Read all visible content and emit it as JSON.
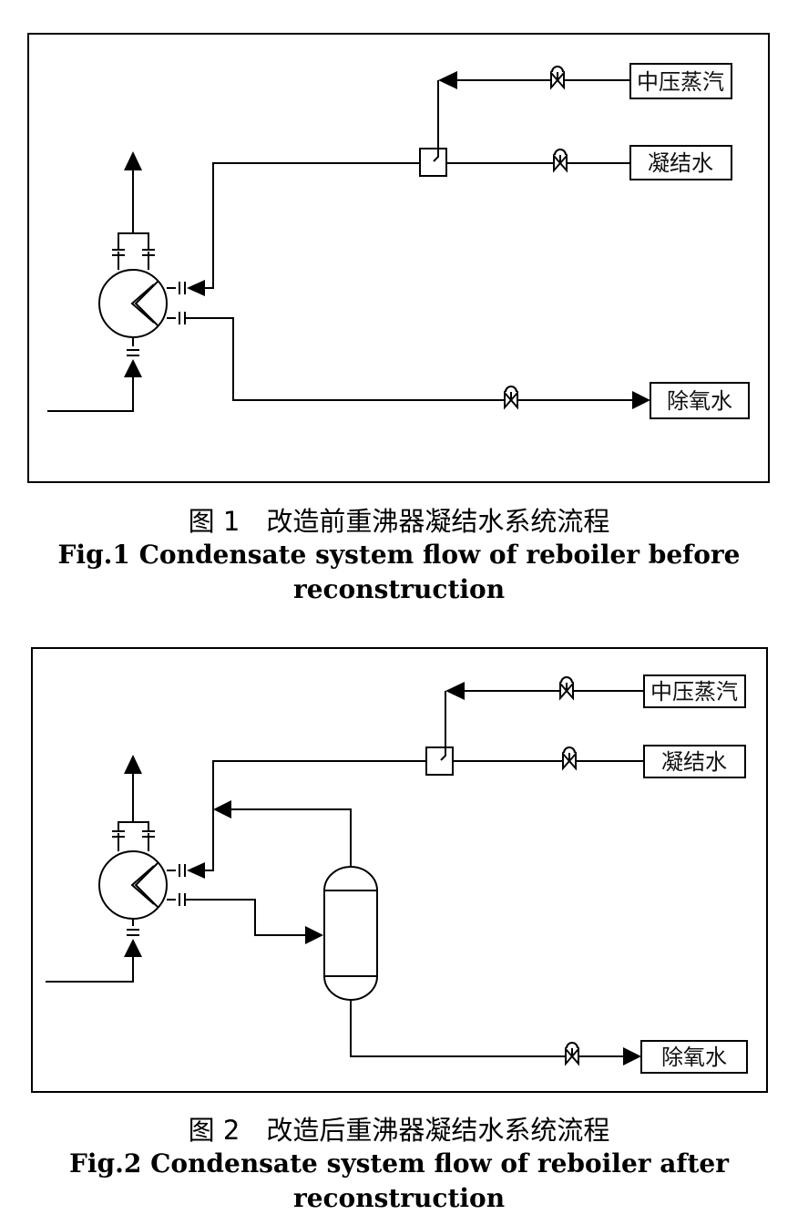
{
  "figures": [
    {
      "caption_cn": "图 1　改造前重沸器凝结水系统流程",
      "caption_en_line1": "Fig.1 Condensate system flow of reboiler before",
      "caption_en_line2": "reconstruction",
      "tags": {
        "steam": "中压蒸汽",
        "condensate": "凝结水",
        "deaerated": "除氧水"
      }
    },
    {
      "caption_cn": "图 2　改造后重沸器凝结水系统流程",
      "caption_en_line1": "Fig.2 Condensate system flow of reboiler after",
      "caption_en_line2": "reconstruction",
      "tags": {
        "steam": "中压蒸汽",
        "condensate": "凝结水",
        "deaerated": "除氧水"
      }
    }
  ]
}
